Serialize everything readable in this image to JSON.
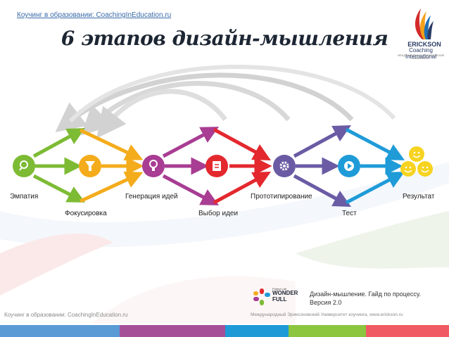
{
  "header": {
    "top_link": "Коучинг в образовании: CoachingInEducation.ru",
    "title": "6 этапов дизайн-мышления"
  },
  "logo": {
    "name": "ERICKSON",
    "subtitle": "Coaching International",
    "tagline": "МЕЖДУНАРОДНЫЙ ЭРИКСОНОВСКИЙ УНИВЕРСИТЕТ"
  },
  "stages": [
    {
      "label": "Эмпатия",
      "icon": "search-icon",
      "color": "#7dbb34"
    },
    {
      "label": "Фокусировка",
      "icon": "funnel-icon",
      "color": "#f4ac1c"
    },
    {
      "label": "Генерация идей",
      "icon": "lightbulb-icon",
      "color": "#a83d93"
    },
    {
      "label": "Выбор идеи",
      "icon": "document-icon",
      "color": "#e3282e"
    },
    {
      "label": "Прототипирование",
      "icon": "gear-icon",
      "color": "#6a5ba4"
    },
    {
      "label": "Тест",
      "icon": "play-icon",
      "color": "#1f9bd8"
    },
    {
      "label": "Результат",
      "icon": "smiley-icon",
      "color": "#f6d320"
    }
  ],
  "footer": {
    "left_text": "Коучинг в образовании: CoachingInEducation.ru",
    "project_lab": "Project Lab",
    "wonder": "WONDER",
    "full": "FULL",
    "guide_line1": "Дизайн-мышление. Гайд по процессу.",
    "guide_line2": "Версия 2.0",
    "university": "Международный Эриксоновский Университет коучинга, www.erickson.ru"
  },
  "colors": {
    "stripe": [
      "#5b9bd5",
      "#a64f99",
      "#1e9ad6",
      "#8cc63f",
      "#f05a63"
    ]
  }
}
